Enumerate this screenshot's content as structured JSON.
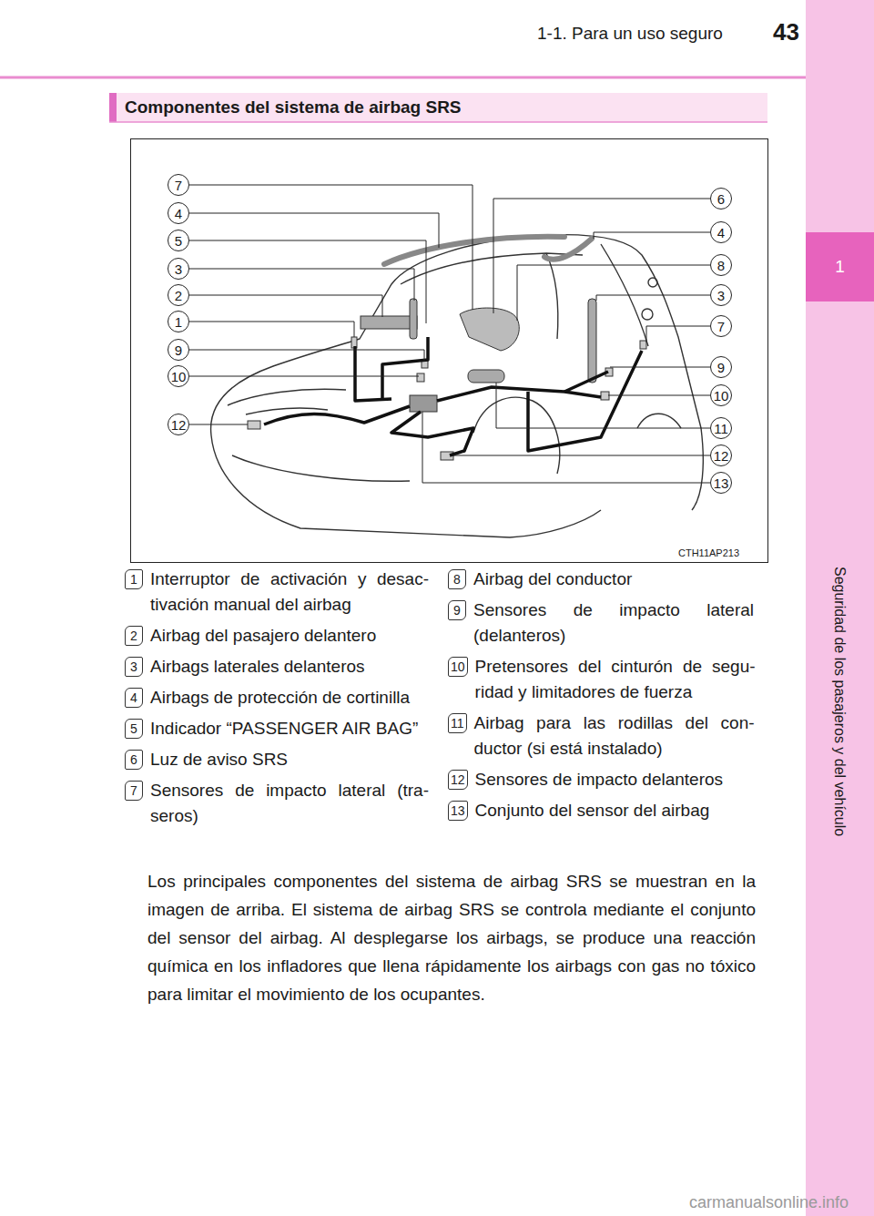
{
  "diagram": {
    "title": "Componentes del sistema de airbag SRS",
    "nodes": [
      {
        "text": [
          "7"
        ]
      },
      {
        "text": [
          "4"
        ]
      },
      {
        "text": [
          "5"
        ]
      },
      {
        "text": [
          "3"
        ]
      },
      {
        "text": [
          "2"
        ]
      },
      {
        "text": [
          "1"
        ]
      },
      {
        "text": [
          "9"
        ]
      },
      {
        "text": [
          "10"
        ]
      },
      {
        "text": [
          "12"
        ]
      },
      {
        "text": [
          "6"
        ]
      },
      {
        "text": [
          "4"
        ]
      },
      {
        "text": [
          "8"
        ]
      },
      {
        "text": [
          "3"
        ]
      },
      {
        "text": [
          "7"
        ]
      },
      {
        "text": [
          "9"
        ]
      },
      {
        "text": [
          "10"
        ]
      },
      {
        "text": [
          "11"
        ]
      },
      {
        "text": [
          "12"
        ]
      },
      {
        "text": [
          "13"
        ]
      },
      {
        "text": [
          "1",
          "Interruptor de activación y desac-tivación manual del airbag"
        ]
      },
      {
        "text": [
          "2",
          "Airbag del pasajero delantero"
        ]
      },
      {
        "text": [
          "3",
          "Airbags laterales delanteros"
        ]
      },
      {
        "text": [
          "4",
          "Airbags de protección de cortinilla"
        ]
      },
      {
        "text": [
          "5",
          "Indicador “PASSENGER AIR BAG”"
        ]
      },
      {
        "text": [
          "6",
          "Luz de aviso SRS"
        ]
      },
      {
        "text": [
          "7",
          "Sensores de impacto lateral (tra-seros)"
        ]
      },
      {
        "text": [
          "8",
          "Airbag del conductor"
        ]
      },
      {
        "text": [
          "9",
          "Sensores de impacto lateral (delanteros)"
        ]
      },
      {
        "text": [
          "10",
          "Pretensores del cinturón de segu-ridad y limitadores de fuerza"
        ]
      },
      {
        "text": [
          "11",
          "Airbag para las rodillas del con-ductor (si está instalado)"
        ]
      },
      {
        "text": [
          "12",
          "Sensores de impacto delanteros"
        ]
      },
      {
        "text": [
          "13",
          "Conjunto del sensor del airbag"
        ]
      },
      {
        "text": [
          "1",
          "Seguridad de los pasajeros y del vehículo"
        ]
      }
    ],
    "labels": [
      "43",
      "1-1. Para un uso seguro",
      "CTH11AP213",
      "Los principales componentes del sistema de airbag SRS se muestran en la imagen de arriba. El sistema de airbag SRS se controla mediante el conjunto del sensor del airbag. Al desplegarse los airbags, se produce una reacción química en los infladores que llena rápidamente los airbags con gas no tóxico para limitar el movimiento de los ocupantes.",
      "carmanualsonline.info"
    ]
  }
}
